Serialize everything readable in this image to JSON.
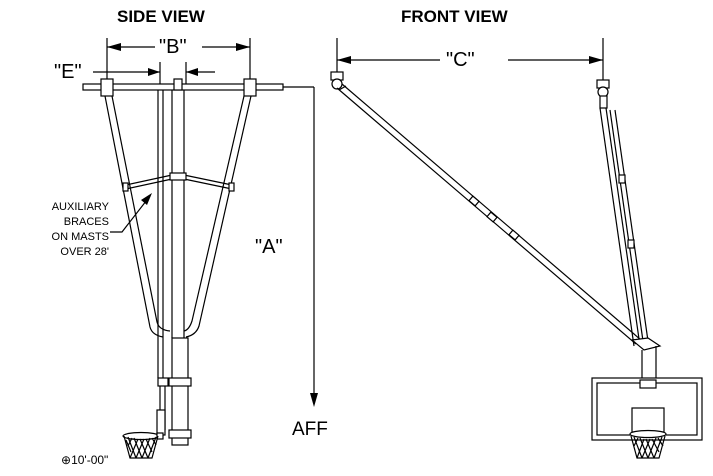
{
  "titles": {
    "side_view": "SIDE VIEW",
    "front_view": "FRONT VIEW"
  },
  "dimensions": {
    "a": "\"A\"",
    "b": "\"B\"",
    "c": "\"C\"",
    "e": "\"E\""
  },
  "note": {
    "line1": "AUXILIARY",
    "line2": "BRACES",
    "line3": "ON MASTS",
    "line4": "OVER 28'"
  },
  "aff_label": "AFF",
  "rim_height": {
    "symbol": "⊕",
    "value": "10'-00\""
  }
}
